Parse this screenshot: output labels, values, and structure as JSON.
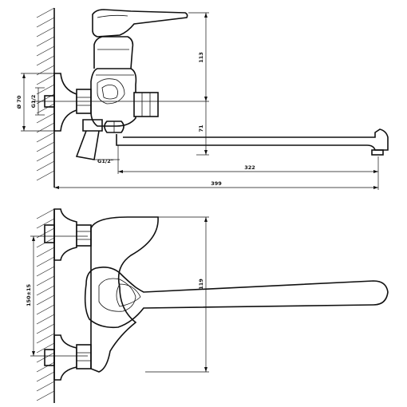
{
  "dimensions": {
    "height_top": "113",
    "offset_vertical": "71",
    "spout_reach": "322",
    "overall_length": "399",
    "flange_diameter": "Ø 70",
    "inlet_thread": "G1/2",
    "outlet_thread": "G1/2\"",
    "body_height": "119",
    "center_distance": "150±15"
  },
  "colors": {
    "line": "#111111",
    "background": "#ffffff"
  }
}
